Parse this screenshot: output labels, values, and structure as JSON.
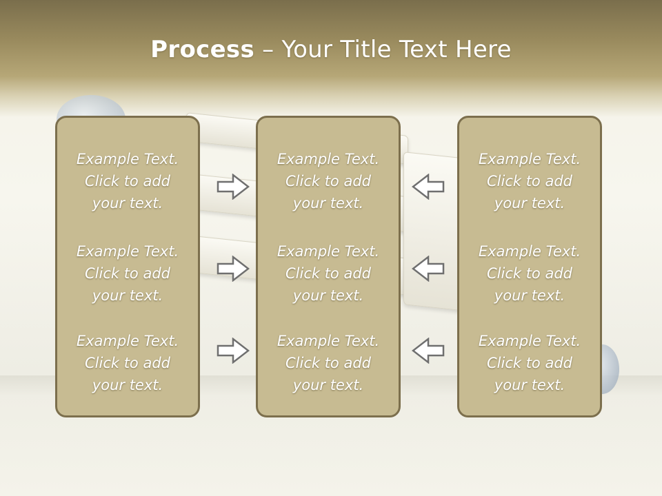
{
  "slide": {
    "title_bold": "Process",
    "title_rest": " – Your Title Text Here"
  },
  "columns": [
    {
      "cells": [
        {
          "line1": "Example Text.",
          "line2": "Click  to add",
          "line3": "your text."
        },
        {
          "line1": "Example Text.",
          "line2": "Click  to add",
          "line3": "your text."
        },
        {
          "line1": "Example Text.",
          "line2": "Click  to add",
          "line3": "your text."
        }
      ]
    },
    {
      "cells": [
        {
          "line1": "Example Text.",
          "line2": "Click  to add",
          "line3": "your text."
        },
        {
          "line1": "Example Text.",
          "line2": "Click  to add",
          "line3": "your text."
        },
        {
          "line1": "Example Text.",
          "line2": "Click  to add",
          "line3": "your text."
        }
      ]
    },
    {
      "cells": [
        {
          "line1": "Example Text.",
          "line2": "Click  to add",
          "line3": "your text."
        },
        {
          "line1": "Example Text.",
          "line2": "Click  to add",
          "line3": "your text."
        },
        {
          "line1": "Example Text.",
          "line2": "Click  to add",
          "line3": "your text."
        }
      ]
    }
  ],
  "arrows": {
    "left_group": "arrow-right-icon",
    "right_group": "arrow-left-icon"
  },
  "colors": {
    "panel_fill": "#c7bb92",
    "panel_border": "#7c6f4d",
    "header_dark": "#7a6e4c",
    "arrow_outline": "#6f6f6f"
  }
}
